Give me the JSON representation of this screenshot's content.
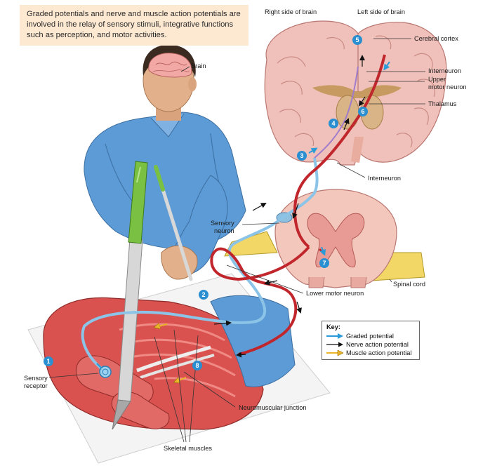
{
  "intro_text": "Graded potentials and nerve and muscle action potentials are involved in the relay of sensory stimuli, integrative functions such as perception, and motor activities.",
  "labels": {
    "right_side_of_brain": "Right side of brain",
    "left_side_of_brain": "Left side of brain",
    "cerebral_cortex": "Cerebral cortex",
    "brain": "Brain",
    "interneuron_upper": "Interneuron",
    "upper_motor_neuron_line1": "Upper",
    "upper_motor_neuron_line2": "motor neuron",
    "thalamus": "Thalamus",
    "interneuron_lower": "Interneuron",
    "sensory_neuron_line1": "Sensory",
    "sensory_neuron_line2": "neuron",
    "spinal_cord": "Spinal cord",
    "lower_motor_neuron": "Lower motor neuron",
    "sensory_receptor_line1": "Sensory",
    "sensory_receptor_line2": "receptor",
    "neuromuscular_junction": "Neuromuscular junction",
    "skeletal_muscles": "Skeletal muscles"
  },
  "steps": [
    "1",
    "2",
    "3",
    "4",
    "5",
    "6",
    "7",
    "8"
  ],
  "key": {
    "title": "Key:",
    "items": [
      "Graded potential",
      "Nerve action potential",
      "Muscle action potential"
    ]
  },
  "colors": {
    "step_badge": "#2a8fd0",
    "graded_potential": "#2a9bd8",
    "nerve_action_potential": "#111111",
    "muscle_action_potential": "#e8b52b",
    "sensory_neuron": "#8cc4e8",
    "motor_neuron": "#c0262c",
    "intro_box": "#fde9d2"
  }
}
